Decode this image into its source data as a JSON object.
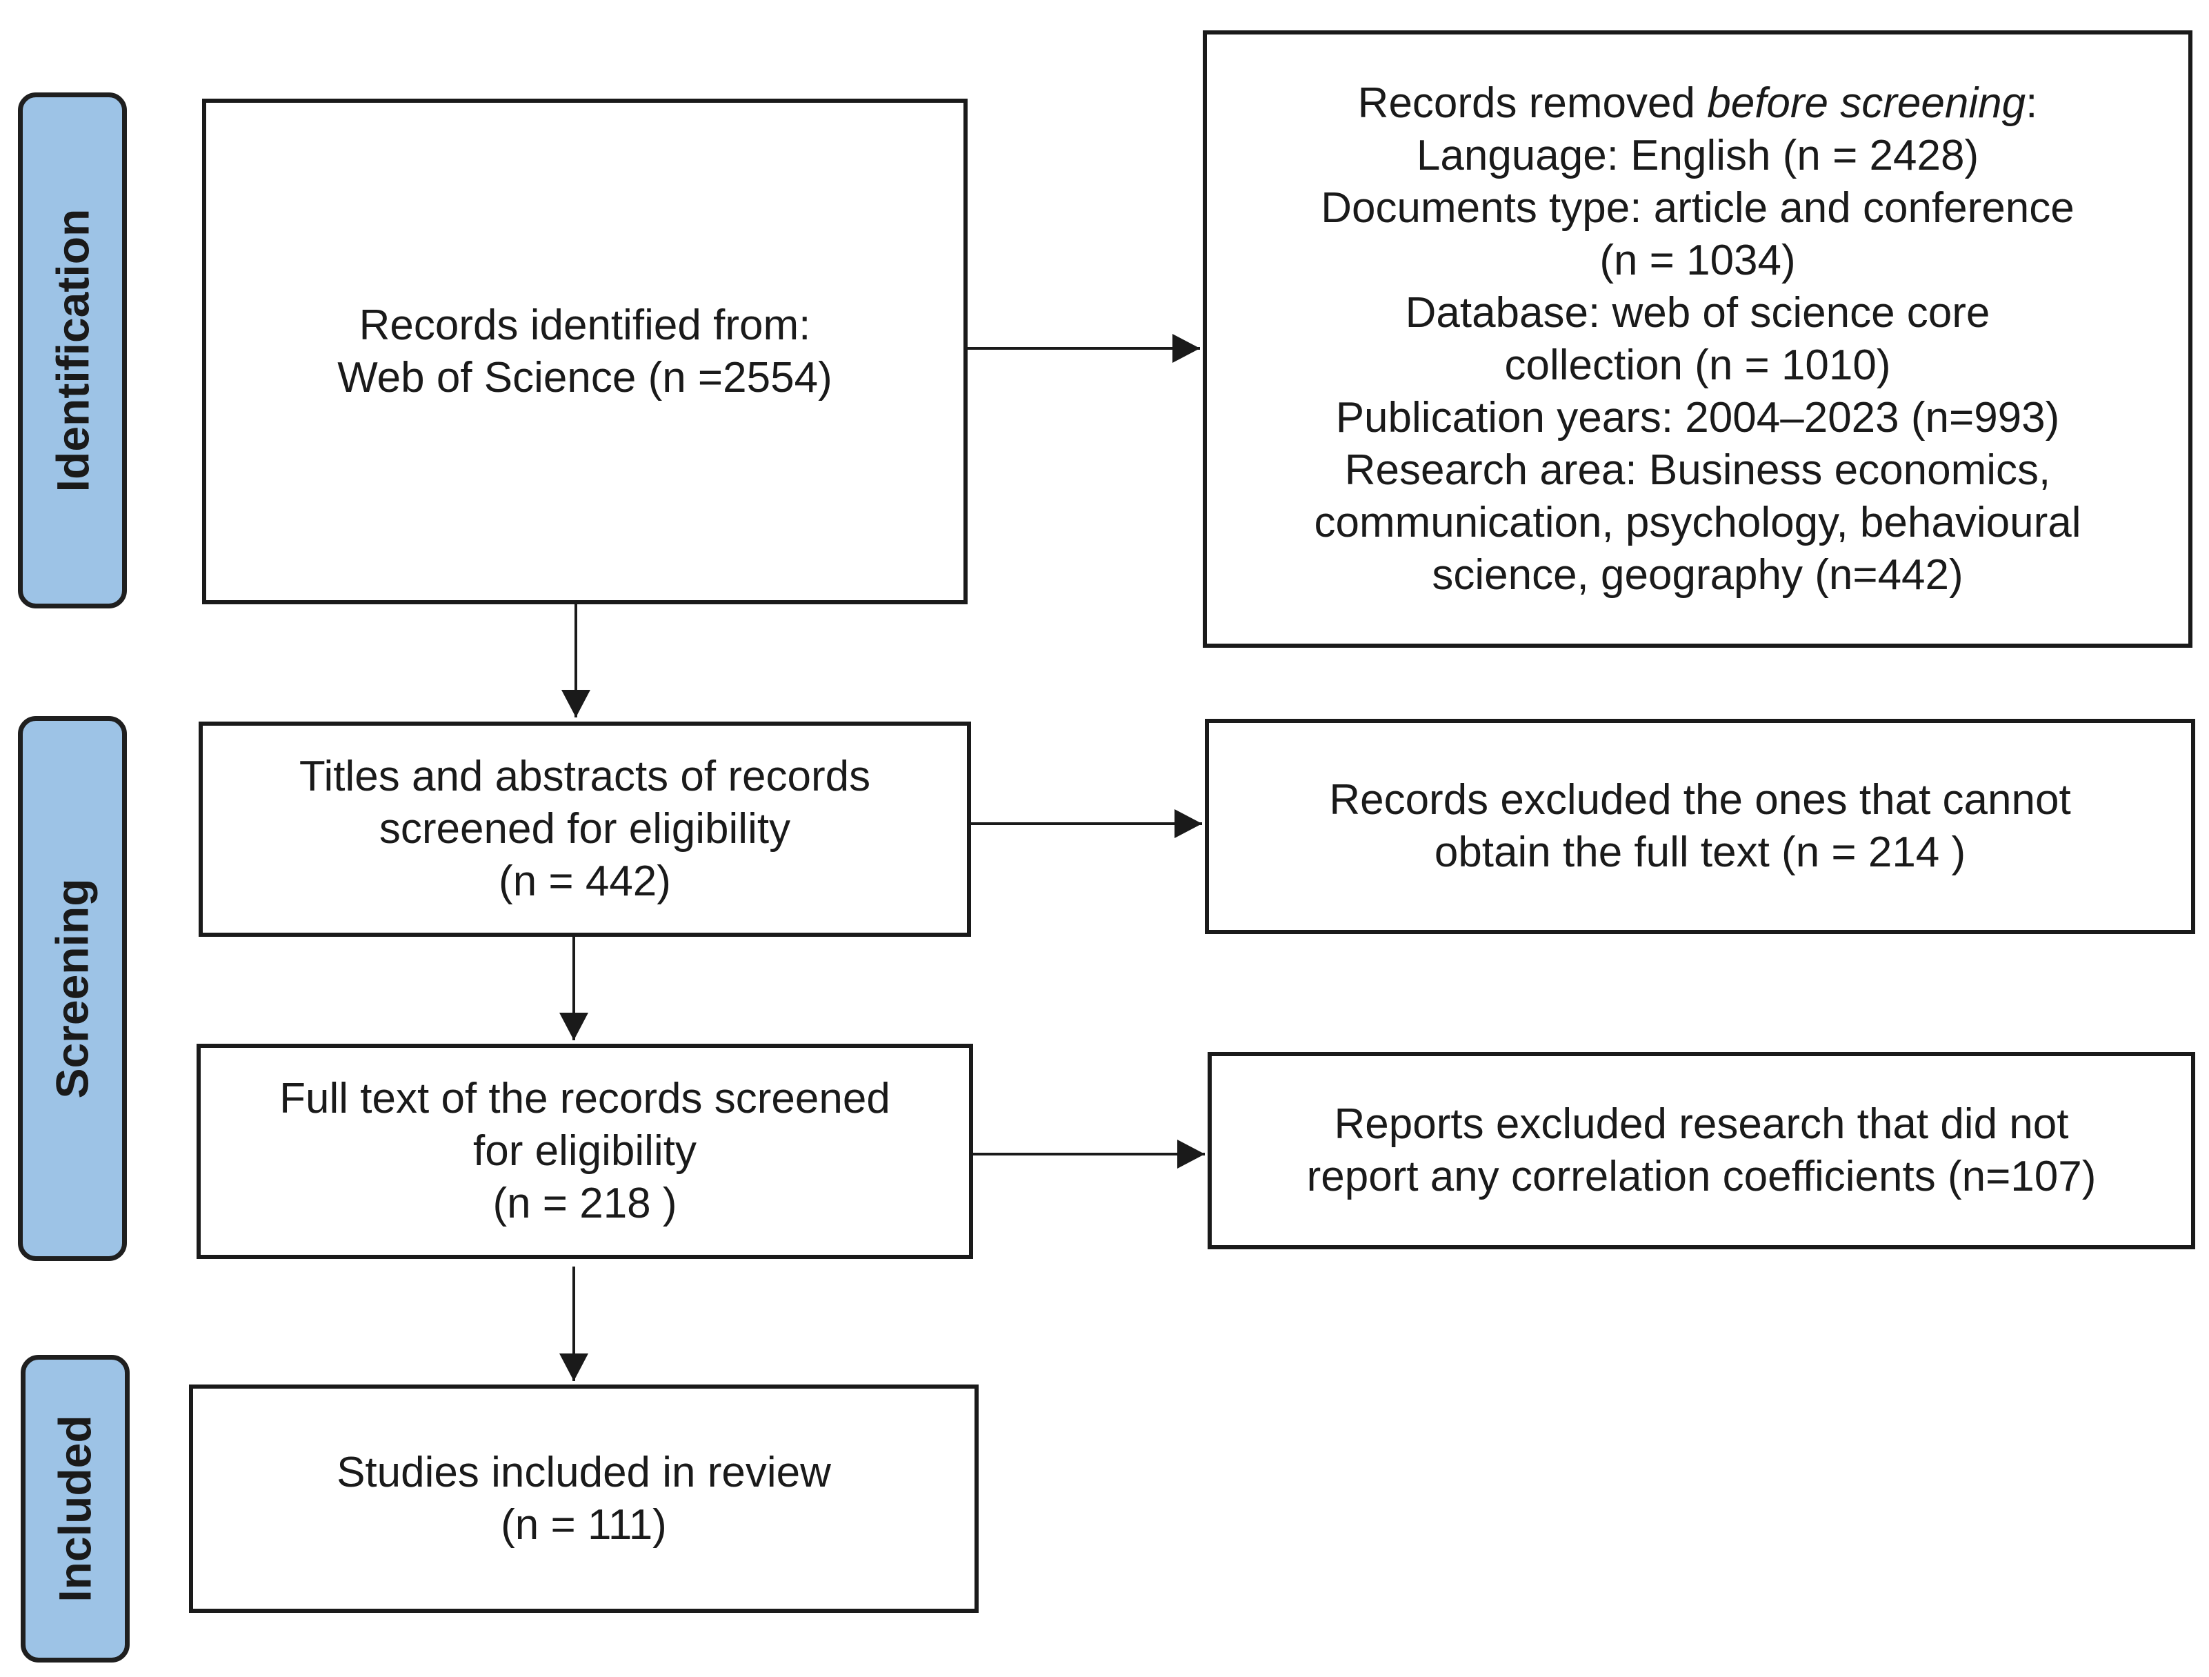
{
  "phases": {
    "identification": "Identification",
    "screening": "Screening",
    "included": "Included"
  },
  "boxes": {
    "identified": {
      "lines": [
        "Records identified from:",
        "Web of Science (n =2554)"
      ]
    },
    "removed": {
      "heading_prefix": "Records removed ",
      "heading_emphasis": "before screening",
      "heading_suffix": ":",
      "lines": [
        "Language: English (n = 2428)",
        "Documents type: article and conference",
        "(n = 1034)",
        "Database: web of science core",
        "collection (n = 1010)",
        "Publication years: 2004–2023 (n=993)",
        "Research area: Business economics,",
        "communication, psychology, behavioural",
        "science, geography (n=442)"
      ]
    },
    "titles_screened": {
      "lines": [
        "Titles and abstracts of records",
        "screened for eligibility",
        "(n = 442)"
      ]
    },
    "excluded_fulltext": {
      "lines": [
        "Records excluded the ones that cannot",
        "obtain the full text (n = 214 )"
      ]
    },
    "fulltext_screened": {
      "lines": [
        "Full text of the records screened",
        "for eligibility",
        "(n = 218 )"
      ]
    },
    "reports_excluded": {
      "lines": [
        "Reports excluded research that did not",
        "report any correlation coefficients (n=107)"
      ]
    },
    "included": {
      "lines": [
        "Studies included in review",
        "(n = 111)"
      ]
    }
  }
}
